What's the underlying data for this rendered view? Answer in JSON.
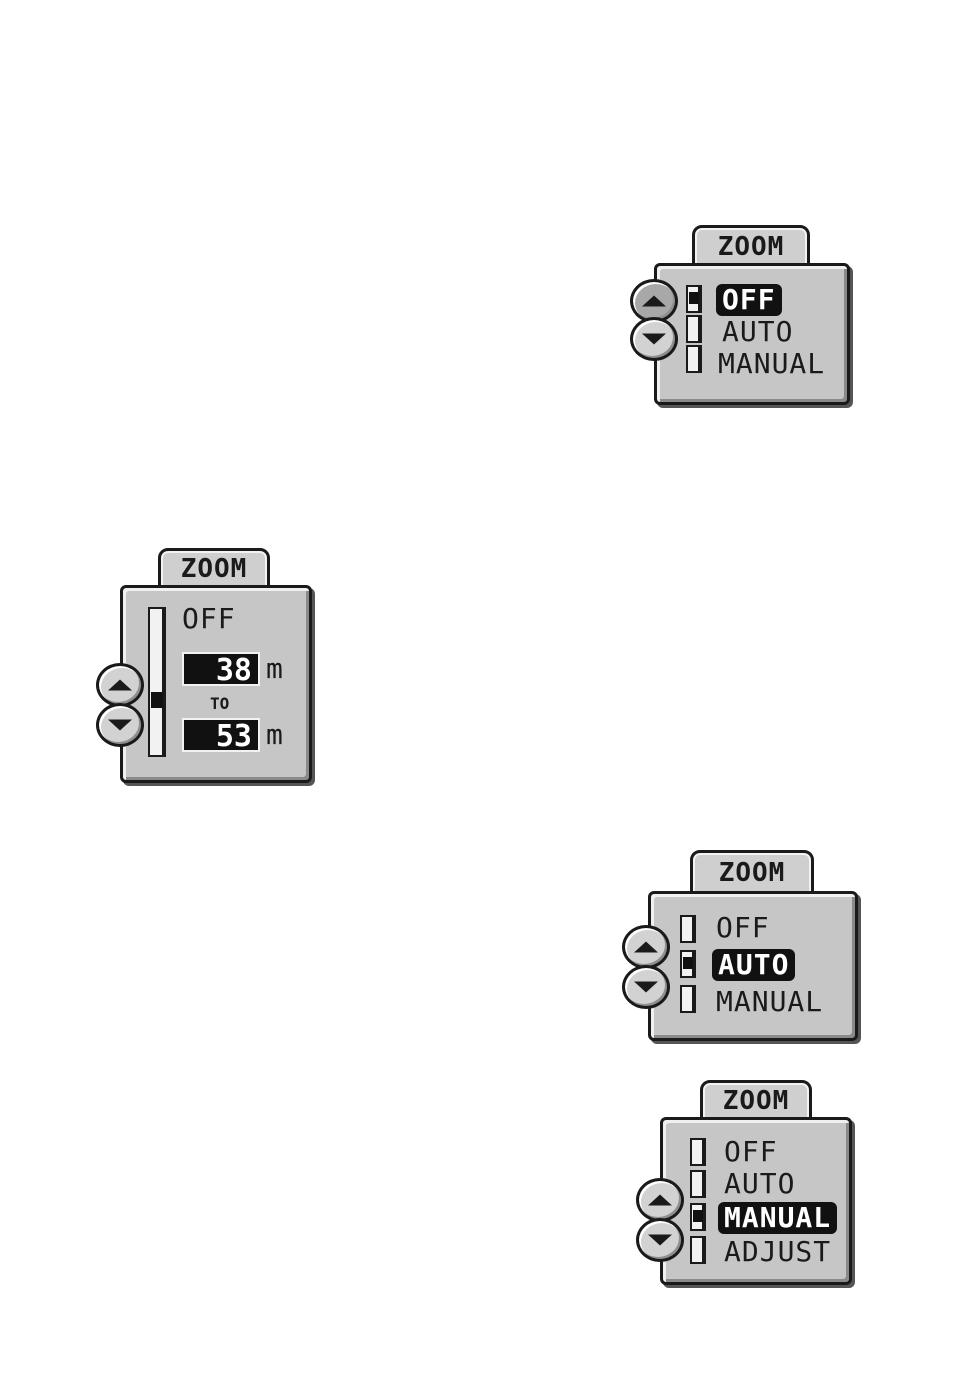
{
  "widget_off": {
    "title": "ZOOM",
    "options": [
      "OFF",
      "AUTO",
      "MANUAL"
    ],
    "selected": "OFF"
  },
  "widget_manual_range": {
    "title": "ZOOM",
    "off_label": "OFF",
    "from_value": "38",
    "to_label": "TO",
    "to_value": "53",
    "unit": "m"
  },
  "widget_auto": {
    "title": "ZOOM",
    "options": [
      "OFF",
      "AUTO",
      "MANUAL"
    ],
    "selected": "AUTO"
  },
  "widget_manual": {
    "title": "ZOOM",
    "options": [
      "OFF",
      "AUTO",
      "MANUAL",
      "ADJUST"
    ],
    "selected": "MANUAL"
  },
  "icons": [
    "up-arrow-icon",
    "down-arrow-icon"
  ]
}
